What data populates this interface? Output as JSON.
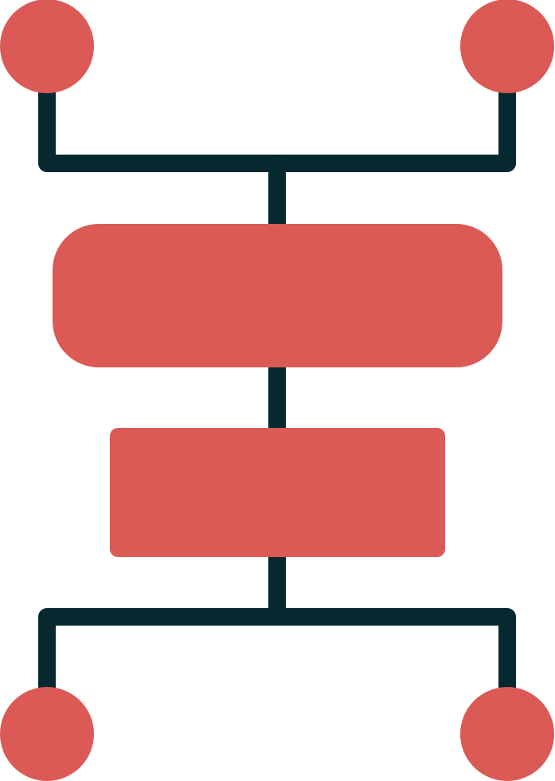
{
  "diagram": {
    "kind": "flowchart-icon",
    "colors": {
      "node_fill": "#DB5A56",
      "connector": "#05292F",
      "background": "#FFFFFF"
    },
    "nodes": [
      {
        "name": "top-left-node",
        "shape": "circle"
      },
      {
        "name": "top-right-node",
        "shape": "circle"
      },
      {
        "name": "upper-process-box",
        "shape": "rounded-rectangle"
      },
      {
        "name": "lower-process-box",
        "shape": "rectangle"
      },
      {
        "name": "bottom-left-node",
        "shape": "circle"
      },
      {
        "name": "bottom-right-node",
        "shape": "circle"
      }
    ],
    "connections": [
      {
        "from": "top-left-node",
        "to": "upper-process-box"
      },
      {
        "from": "top-right-node",
        "to": "upper-process-box"
      },
      {
        "from": "upper-process-box",
        "to": "lower-process-box"
      },
      {
        "from": "lower-process-box",
        "to": "bottom-left-node"
      },
      {
        "from": "lower-process-box",
        "to": "bottom-right-node"
      }
    ]
  }
}
